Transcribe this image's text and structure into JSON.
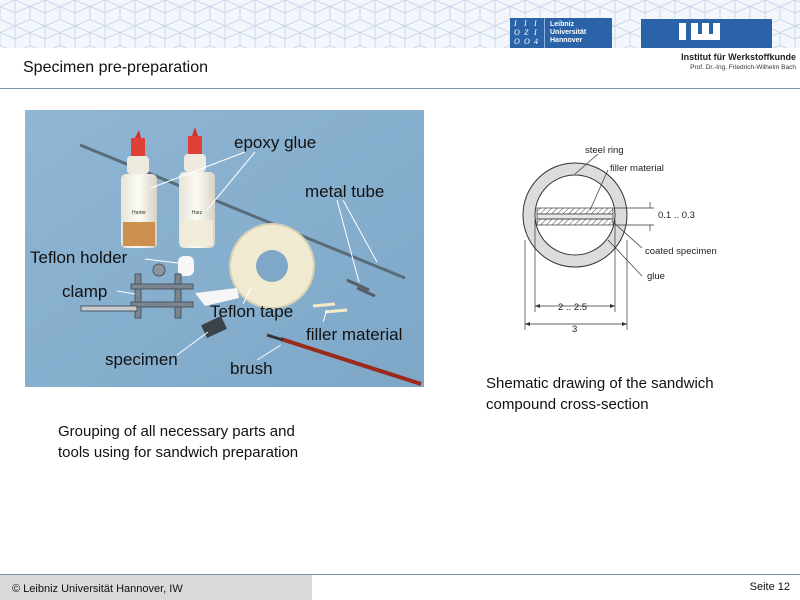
{
  "header": {
    "luh_logo": {
      "mark_glyphs": [
        "I",
        "I",
        "I",
        "O",
        "Z",
        "I",
        "O",
        "O",
        "4"
      ],
      "lines": [
        "Leibniz",
        "Universität",
        "Hannover"
      ]
    },
    "institute_name": "Institut für Werkstoffkunde",
    "institute_subtitle": "Prof. Dr.-Ing. Friedrich-Wilhelm Bach",
    "colors": {
      "brand_blue": "#2a63a7",
      "rule": "#7a96b5",
      "pattern_line": "#c9d7ea"
    }
  },
  "slide": {
    "title": "Specimen pre-preparation"
  },
  "photo": {
    "labels": {
      "epoxy_glue": "epoxy glue",
      "metal_tube": "metal tube",
      "teflon_holder": "Teflon holder",
      "clamp": "clamp",
      "teflon_tape": "Teflon tape",
      "filler_material": "filler material",
      "specimen": "specimen",
      "brush": "brush",
      "bottle1": "Harter",
      "bottle2": "Harz"
    },
    "caption": {
      "line1": "Grouping of all necessary parts and",
      "line2": "tools using for sandwich preparation"
    }
  },
  "diagram": {
    "labels": {
      "steel_ring": "steel ring",
      "filler_material": "filler material",
      "thickness": "0.1 .. 0.3",
      "coated_specimen": "coated specimen",
      "glue": "glue",
      "inner_dia": "2 .. 2.5",
      "outer_dia": "3"
    },
    "caption": {
      "line1": "Shematic drawing of the sandwich",
      "line2": "compound cross-section"
    }
  },
  "footer": {
    "copyright": "© Leibniz Universität Hannover, IW",
    "page": "Seite 12"
  }
}
